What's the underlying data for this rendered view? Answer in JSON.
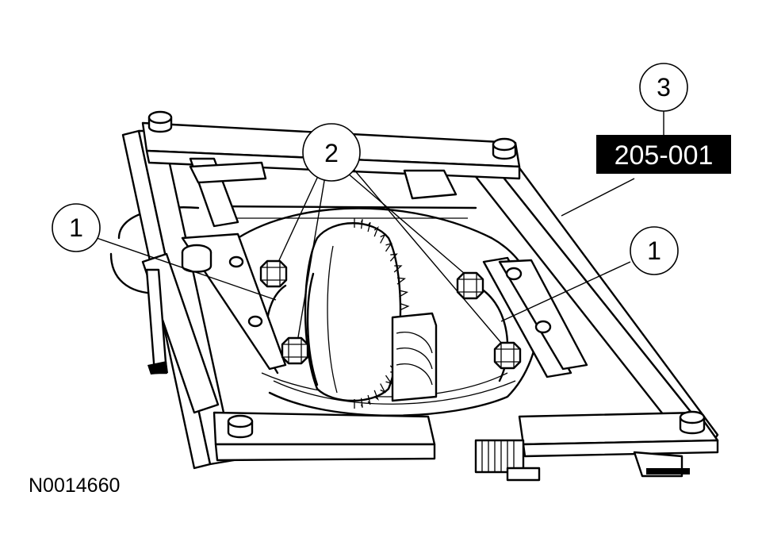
{
  "callouts": {
    "left_1": "1",
    "right_1": "1",
    "bolts_2": "2",
    "tool_3": "3"
  },
  "tool_label": "205-001",
  "figure_id": "N0014660",
  "colors": {
    "ink": "#000000",
    "paper": "#ffffff"
  }
}
